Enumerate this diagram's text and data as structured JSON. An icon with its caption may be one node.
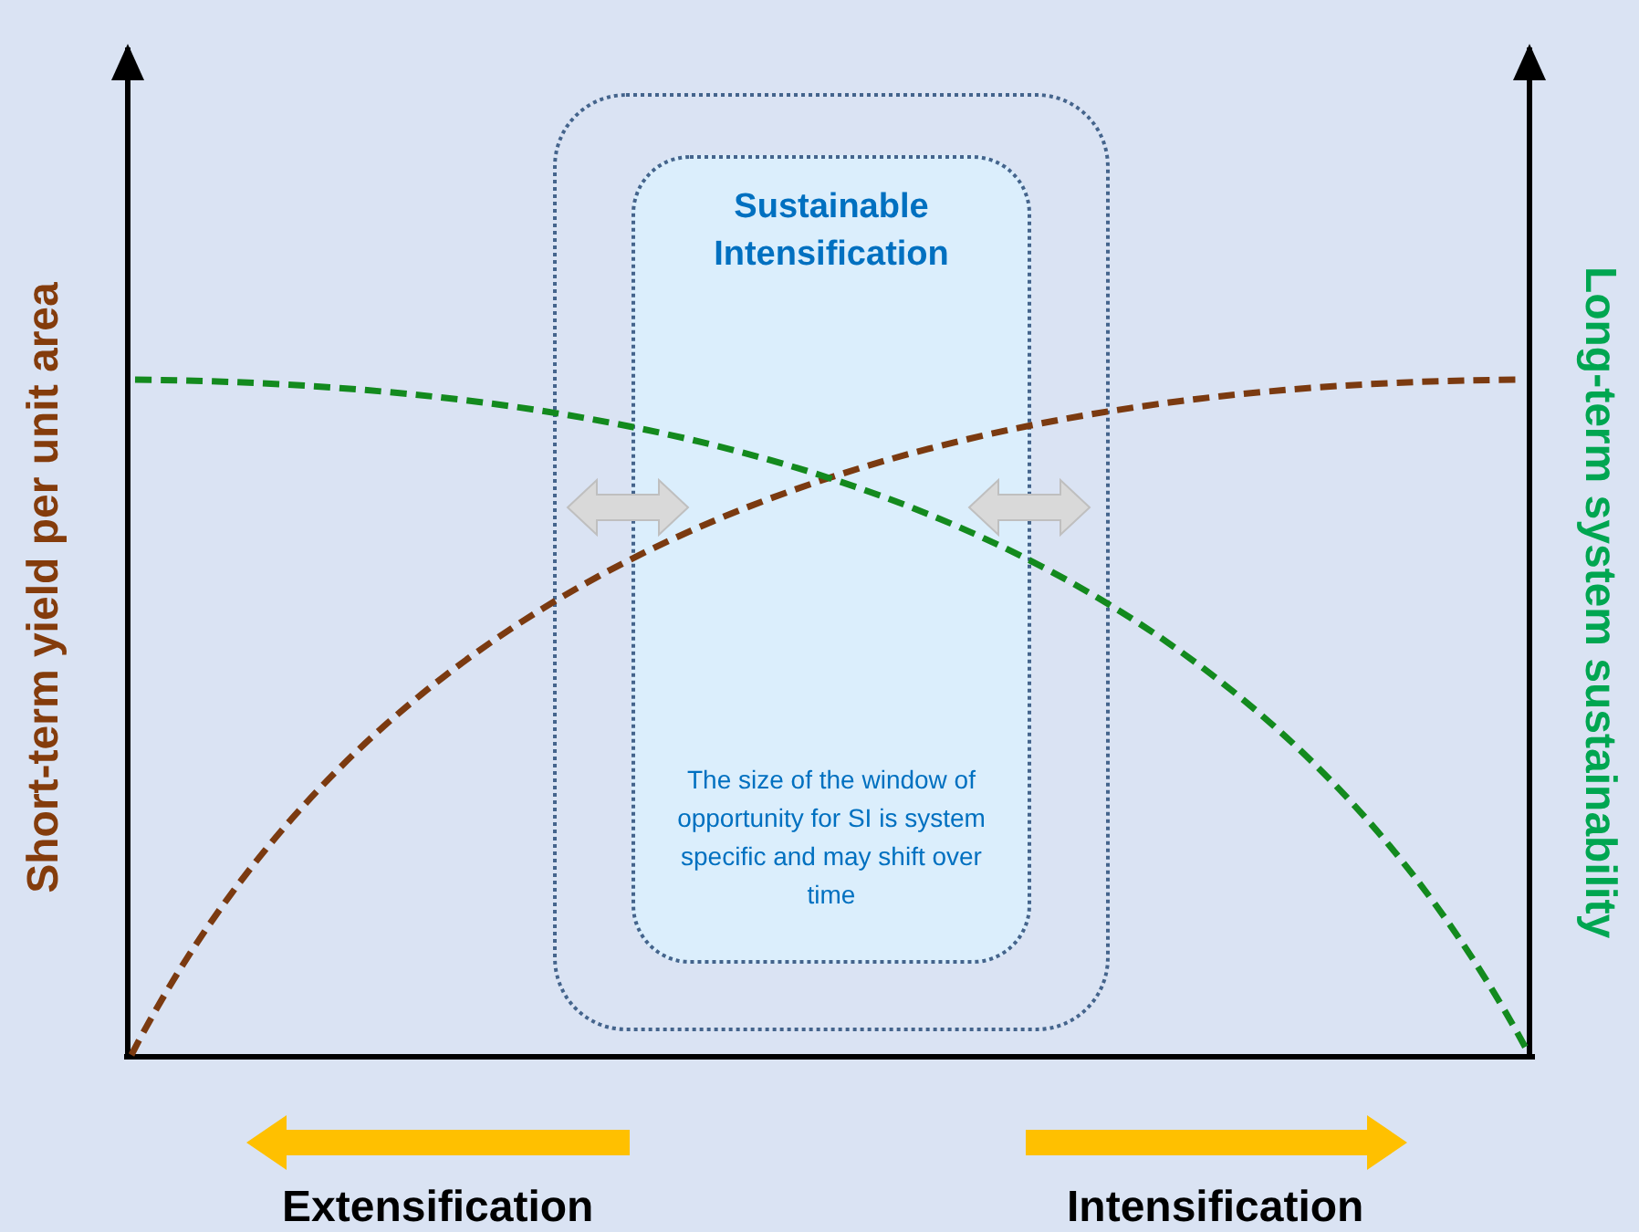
{
  "diagram": {
    "nodes": [
      {
        "text": [],
        "shape": "box"
      },
      {
        "text": [
          "Sustainable Intensification",
          "The size of the window of opportunity for SI is system specific and may shift over time"
        ],
        "in": 0
      }
    ],
    "edges": [],
    "labels": [
      "Short-term yield per unit area",
      "Long-term system sustainability",
      "Extensification",
      "Intensification"
    ]
  }
}
